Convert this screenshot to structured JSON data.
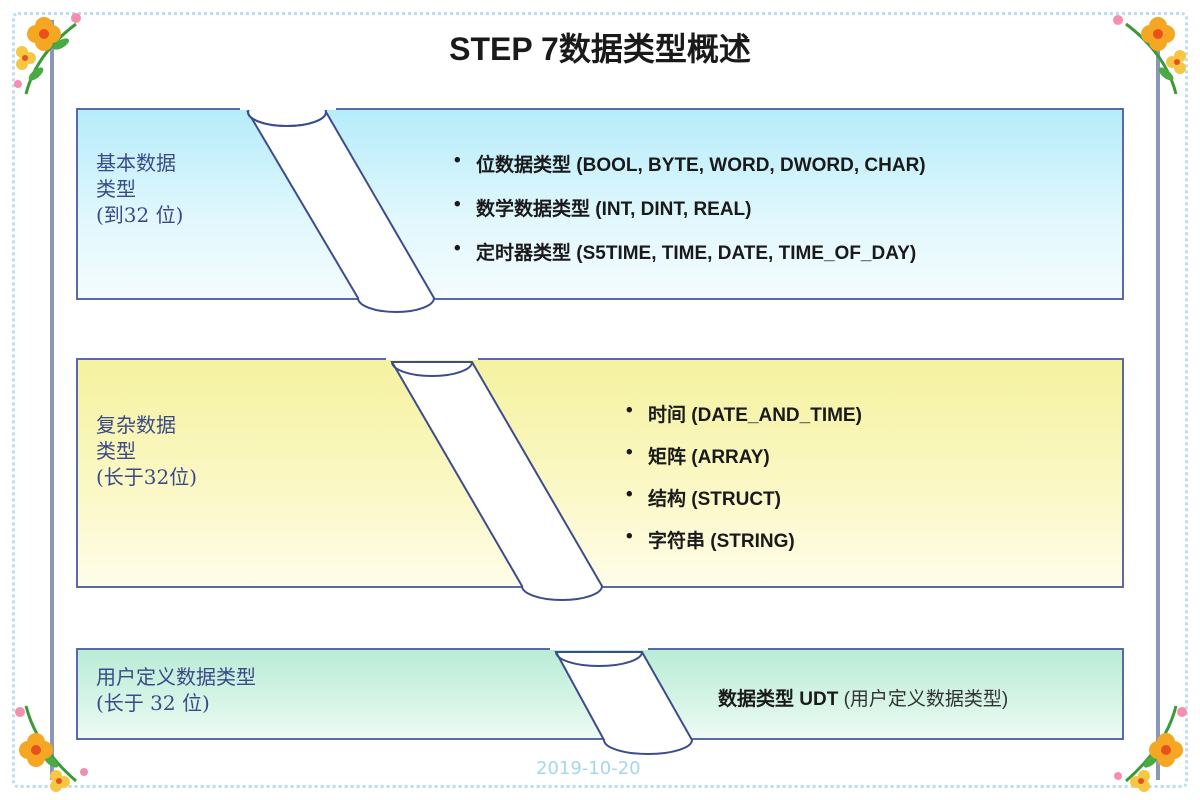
{
  "title": "STEP 7数据类型概述",
  "groups": [
    {
      "label_lines": [
        "基本数据",
        "类型",
        "(到32 位)"
      ],
      "items": [
        "位数据类型 (BOOL, BYTE, WORD, DWORD, CHAR)",
        "数学数据类型 (INT, DINT, REAL)",
        "定时器类型 (S5TIME, TIME, DATE, TIME_OF_DAY)"
      ],
      "color": "#c6f0fb"
    },
    {
      "label_lines": [
        "复杂数据",
        "类型",
        "(长于32位)"
      ],
      "items": [
        "时间 (DATE_AND_TIME)",
        "矩阵 (ARRAY)",
        "结构 (STRUCT)",
        "字符串 (STRING)"
      ],
      "color": "#f8f5b0"
    },
    {
      "label_lines": [
        "用户定义数据类型",
        "(长于 32 位)"
      ],
      "udt_bold": "数据类型 UDT",
      "udt_paren": "(用户定义数据类型)",
      "color": "#c6f0e0"
    }
  ],
  "date_stamp": "2019-10-20",
  "colors": {
    "border": "#5a6aa8",
    "label_text": "#3a4a88",
    "frame_dots": "#b8dff0"
  }
}
